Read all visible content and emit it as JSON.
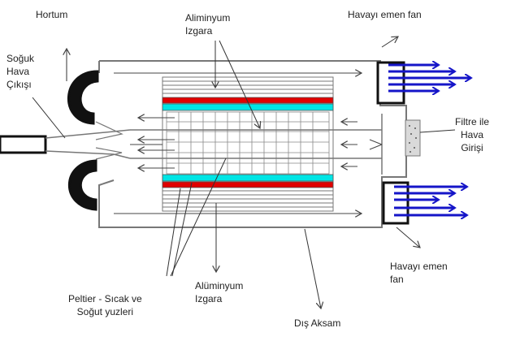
{
  "labels": {
    "hortum": "Hortum",
    "aluminyum_izgara_top_1": "Aliminyum",
    "aluminyum_izgara_top_2": "Izgara",
    "fan_top": "Havayı emen fan",
    "soguk_1": "Soğuk",
    "soguk_2": "Hava",
    "soguk_3": "Çıkışı",
    "filtre_1": "Filtre ile",
    "filtre_2": "Hava",
    "filtre_3": "Girişi",
    "fan_bottom_1": "Havayı emen",
    "fan_bottom_2": "fan",
    "peltier_1": "Peltier - Sıcak ve",
    "peltier_2": "Soğut yuzleri",
    "aluminyum_izgara_bottom_1": "Alüminyum",
    "aluminyum_izgara_bottom_2": "Izgara",
    "dis_aksam": "Dış Aksam"
  },
  "colors": {
    "outline": "#777777",
    "dark": "#111111",
    "hot_plate": "#e00000",
    "cold_plate": "#00e5e5",
    "fan_arrows": "#1515c8",
    "filter": "#d9d9d9"
  }
}
